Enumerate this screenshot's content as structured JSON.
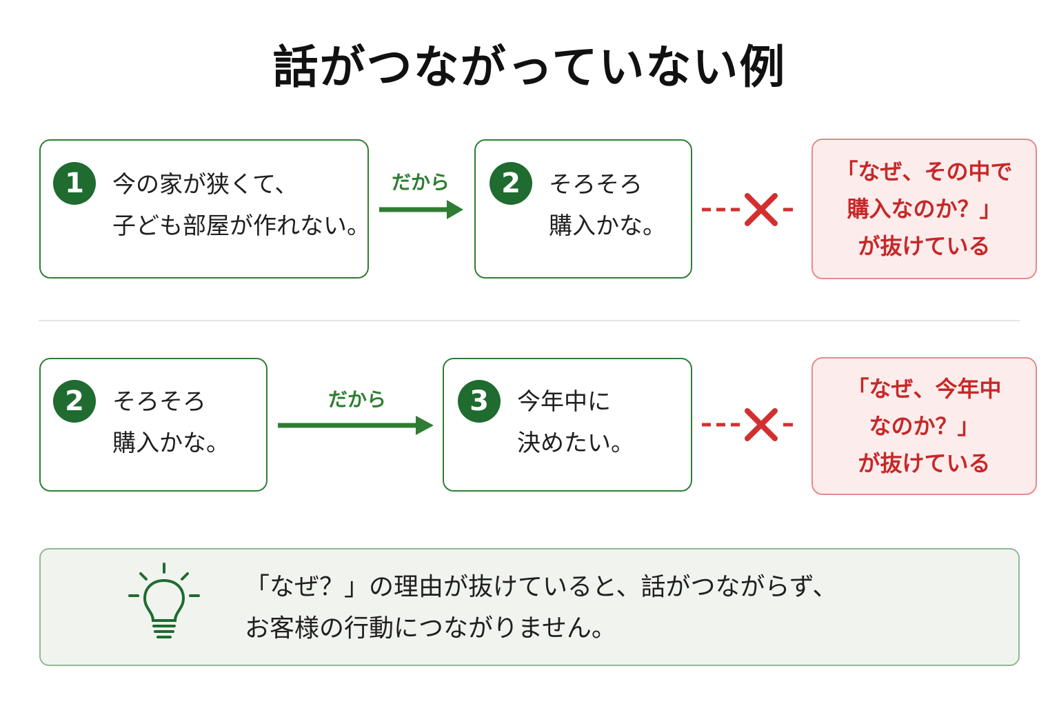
{
  "title": "話がつながっていない例",
  "row1": {
    "card_a": {
      "number": "1",
      "lines": [
        "今の家が狭くて、",
        "子ども部屋が作れない。"
      ]
    },
    "arrow_label": "だから",
    "card_b": {
      "number": "2",
      "lines": [
        "そろそろ",
        "購入かな。"
      ]
    },
    "warning": {
      "lines": [
        "「なぜ、その中で",
        "購入なのか？」",
        "が抜けている"
      ]
    }
  },
  "row2": {
    "card_a": {
      "number": "2",
      "lines": [
        "そろそろ",
        "購入かな。"
      ]
    },
    "arrow_label": "だから",
    "card_b": {
      "number": "3",
      "lines": [
        "今年中に",
        "決めたい。"
      ]
    },
    "warning": {
      "lines": [
        "「なぜ、今年中",
        "なのか？」",
        "が抜けている"
      ]
    }
  },
  "tip": {
    "icon": "lightbulb-icon",
    "lines": [
      "「なぜ？」の理由が抜けていると、話がつながらず、",
      "お客様の行動につながりません。"
    ]
  },
  "colors": {
    "green": "#2e7d32",
    "badge_green": "#1f6b30",
    "warning_red": "#c62828",
    "warning_bg": "#fdecec",
    "warning_border": "#e8898b",
    "tip_bg": "#f1f3ef"
  }
}
